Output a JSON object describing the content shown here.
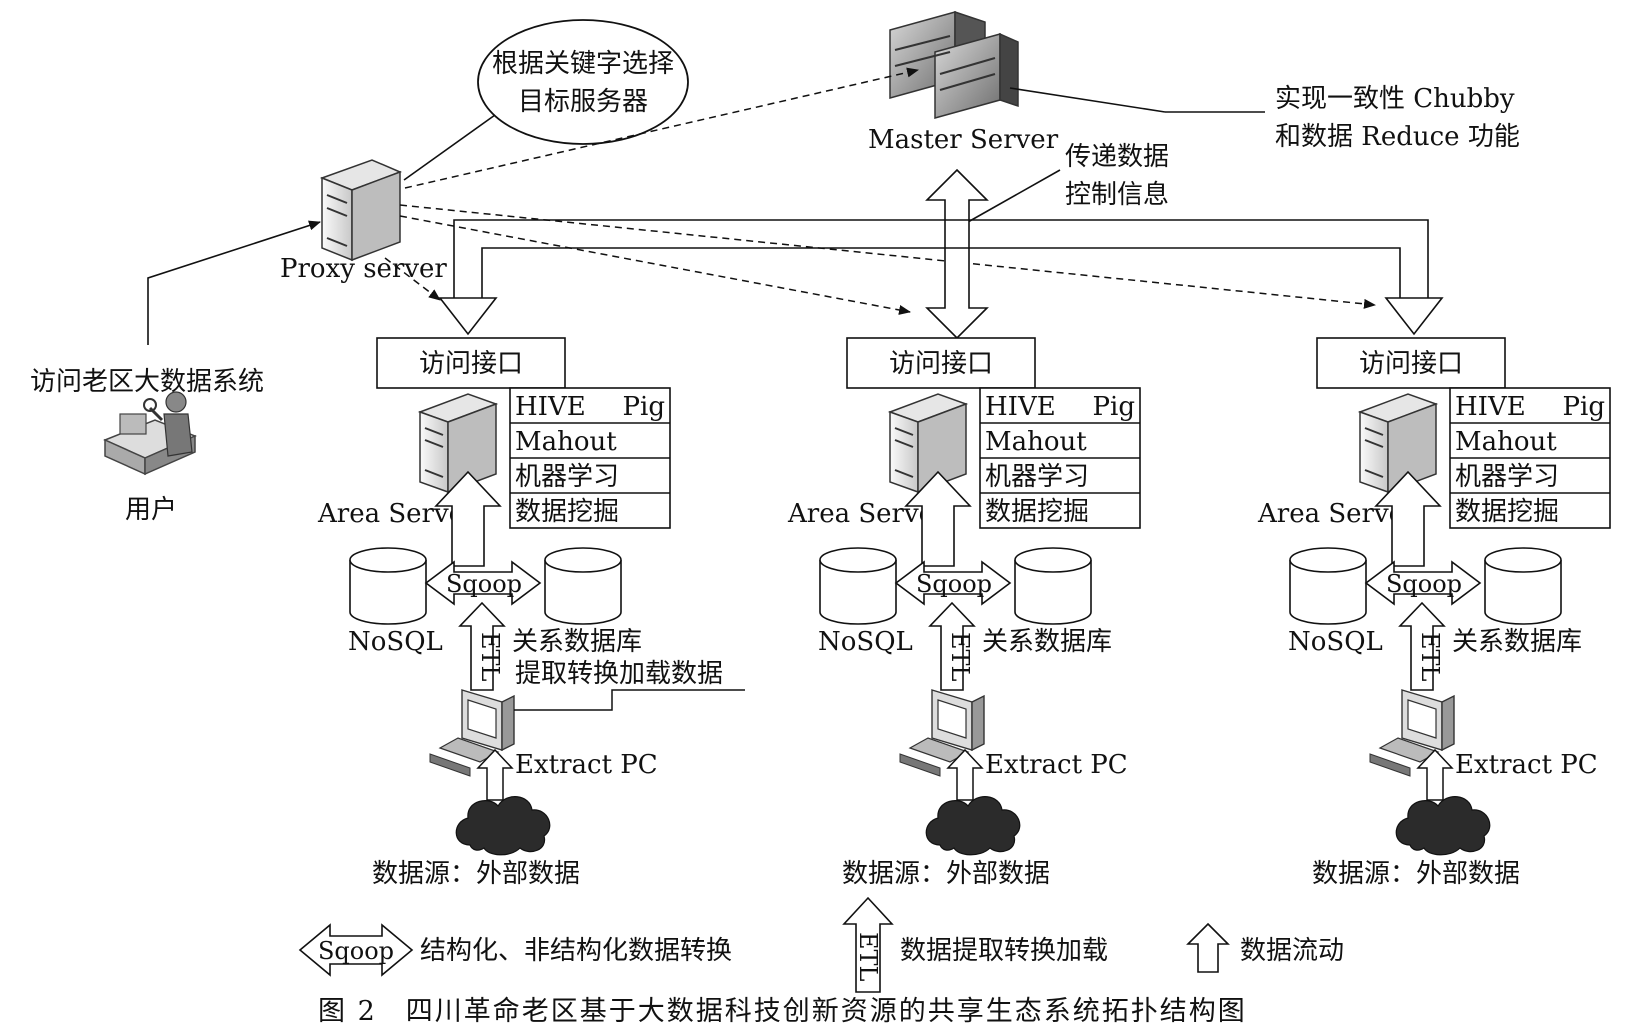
{
  "callouts": {
    "proxy_note": [
      "根据关键字选择",
      "目标服务器"
    ],
    "master_note": [
      "实现一致性 Chubby",
      "和数据 Reduce 功能"
    ],
    "control_note": [
      "传递数据",
      "控制信息"
    ]
  },
  "nodes": {
    "master_server": "Master Server",
    "proxy_server": "Proxy server",
    "user_action": "访问老区大数据系统",
    "user": "用户"
  },
  "area": {
    "interface": "访问接口",
    "hive": "HIVE",
    "pig": "Pig",
    "mahout": "Mahout",
    "ml": "机器学习",
    "mining": "数据挖掘",
    "server": "Area Server",
    "sqoop": "Sqoop",
    "nosql": "NoSQL",
    "rdb": "关系数据库",
    "etl": "ETL",
    "etl_note": "提取转换加载数据",
    "extract_pc": "Extract PC",
    "source": "数据源：外部数据"
  },
  "legend": {
    "sqoop_symbol": "Sqoop",
    "sqoop_desc": "结构化、非结构化数据转换",
    "etl_symbol": "ETL",
    "etl_desc": "数据提取转换加载",
    "flow_desc": "数据流动"
  },
  "caption": "图 2　四川革命老区基于大数据科技创新资源的共享生态系统拓扑结构图",
  "colors": {
    "ink": "#111111",
    "server_body": "#f2f2f2",
    "cloud": "#2b2b2b"
  }
}
